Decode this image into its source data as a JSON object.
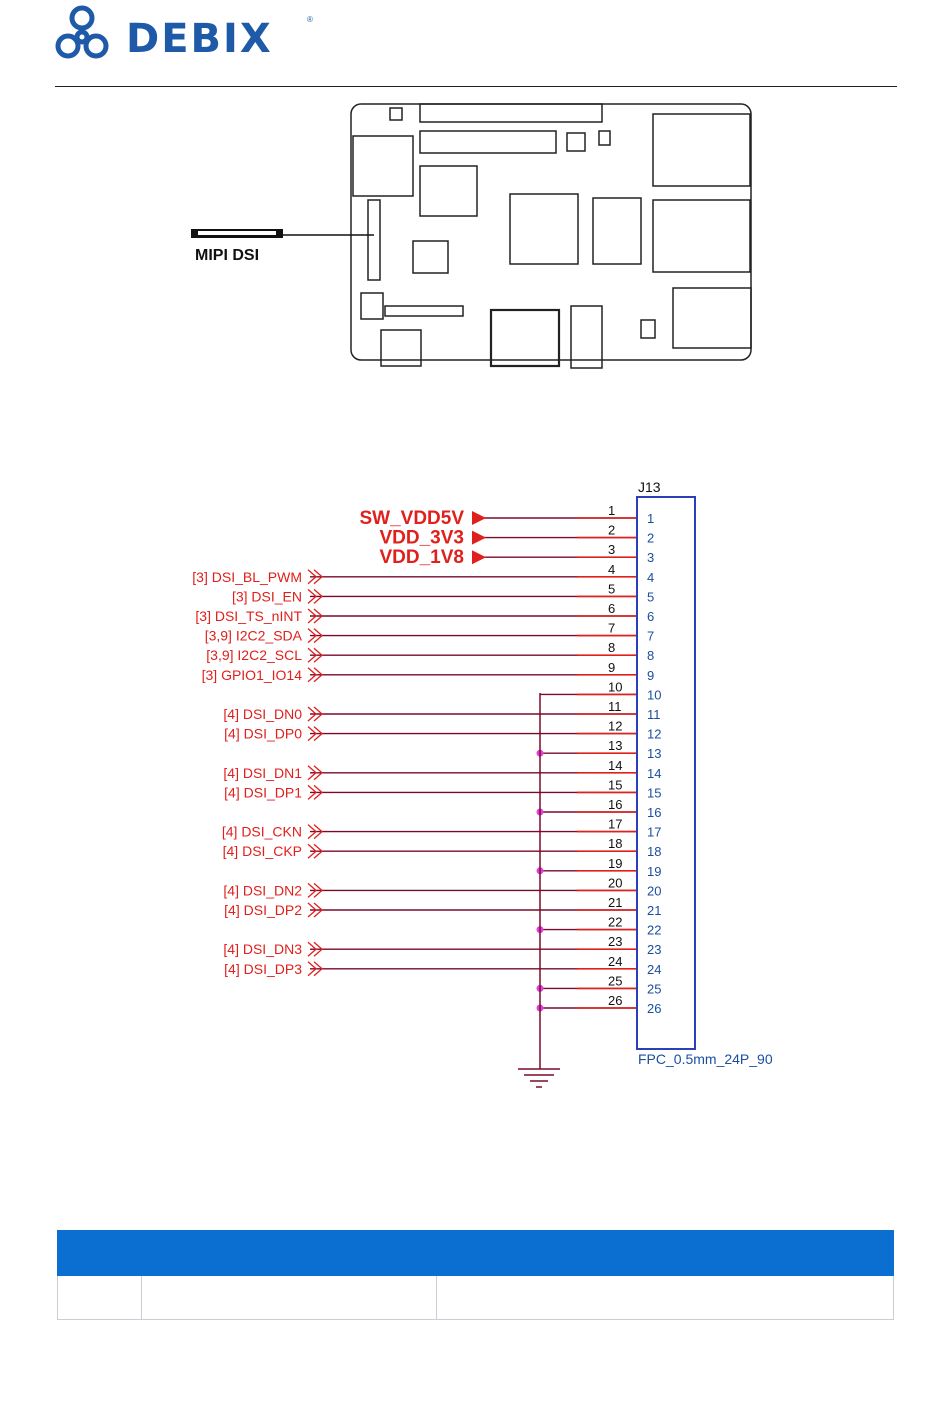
{
  "header": {
    "logo_text": "DEBIX",
    "logo_mark": "®"
  },
  "board_figure": {
    "connector_label": "MIPI DSI"
  },
  "schematic": {
    "ref": "J13",
    "footprint": "FPC_0.5mm_24P_90",
    "power_nets": [
      "SW_VDD5V",
      "VDD_3V3",
      "VDD_1V8"
    ],
    "signals": [
      {
        "ref": "[3]",
        "name": "DSI_BL_PWM"
      },
      {
        "ref": "[3]",
        "name": "DSI_EN"
      },
      {
        "ref": "[3]",
        "name": "DSI_TS_nINT"
      },
      {
        "ref": "[3,9]",
        "name": "I2C2_SDA"
      },
      {
        "ref": "[3,9]",
        "name": "I2C2_SCL"
      },
      {
        "ref": "[3]",
        "name": "GPIO1_IO14"
      },
      {
        "ref": "[4]",
        "name": "DSI_DN0"
      },
      {
        "ref": "[4]",
        "name": "DSI_DP0"
      },
      {
        "ref": "[4]",
        "name": "DSI_DN1"
      },
      {
        "ref": "[4]",
        "name": "DSI_DP1"
      },
      {
        "ref": "[4]",
        "name": "DSI_CKN"
      },
      {
        "ref": "[4]",
        "name": "DSI_CKP"
      },
      {
        "ref": "[4]",
        "name": "DSI_DN2"
      },
      {
        "ref": "[4]",
        "name": "DSI_DP2"
      },
      {
        "ref": "[4]",
        "name": "DSI_DN3"
      },
      {
        "ref": "[4]",
        "name": "DSI_DP3"
      }
    ],
    "wire_pins": [
      "1",
      "2",
      "3",
      "4",
      "5",
      "6",
      "7",
      "8",
      "9",
      "10",
      "11",
      "12",
      "13",
      "14",
      "15",
      "16",
      "17",
      "18",
      "19",
      "20",
      "21",
      "22",
      "23",
      "24",
      "25",
      "26"
    ],
    "conn_pins": [
      "1",
      "2",
      "3",
      "4",
      "5",
      "6",
      "7",
      "8",
      "9",
      "10",
      "11",
      "12",
      "13",
      "14",
      "15",
      "16",
      "17",
      "18",
      "19",
      "20",
      "21",
      "22",
      "23",
      "24",
      "25",
      "26"
    ],
    "colors": {
      "net": "#e0201c",
      "wire": "#7a0a2a",
      "ground_bus": "#7a0a2a",
      "junction": "#e040e0",
      "pin_num": "#1a4fa0",
      "connector": "#2a3fb8"
    }
  },
  "table": {
    "headers": [
      "",
      "",
      ""
    ],
    "rows": [
      [
        "",
        "",
        ""
      ]
    ]
  }
}
